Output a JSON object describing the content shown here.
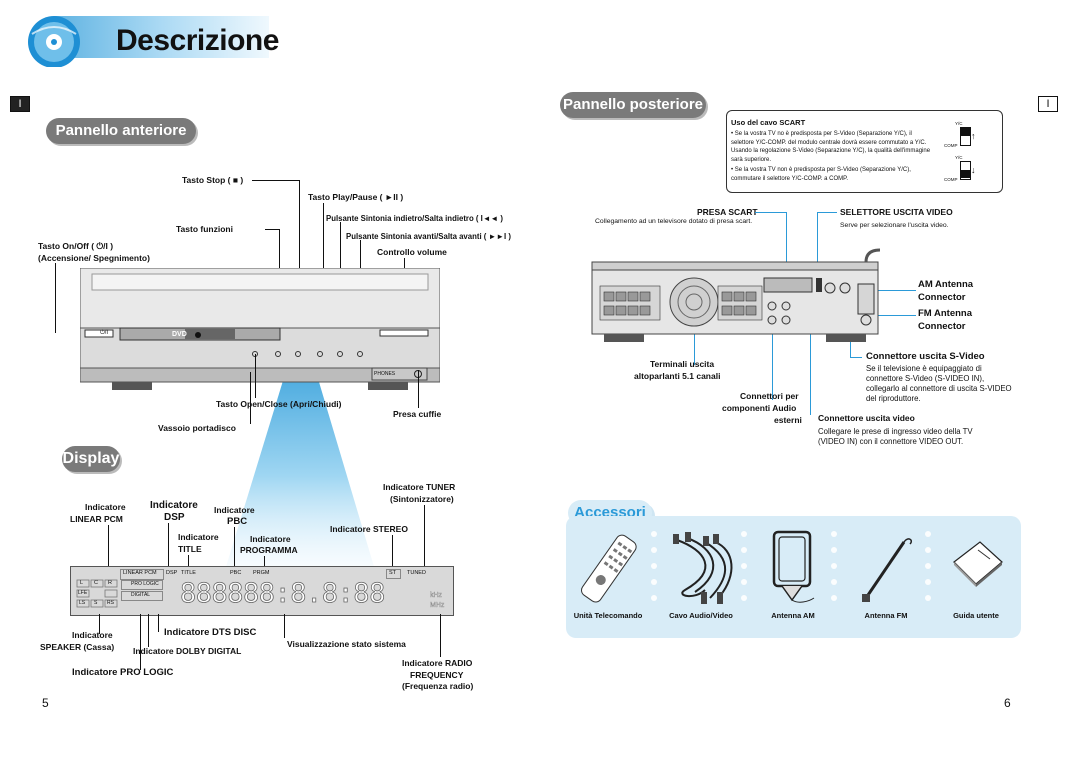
{
  "header": {
    "title": "Descrizione"
  },
  "left": {
    "side_marker": "I",
    "front_title": "Pannello anteriore",
    "labels": {
      "stop": "Tasto Stop ( ■ )",
      "play": "Tasto Play/Pause ( ►II )",
      "tuning_prev": "Pulsante Sintonia indietro/Salta indietro ( I◄◄ )",
      "functions": "Tasto funzioni",
      "tuning_next": "Pulsante Sintonia avanti/Salta avanti ( ►►I )",
      "onoff": "Tasto On/Off ( ⏻/I )",
      "onoff_sub": "(Accensione/ Spegnimento)",
      "volume": "Controllo volume",
      "open_close": "Tasto Open/Close (Apri/Chiudi)",
      "headphone": "Presa cuffie",
      "tray": "Vassoio portadisco"
    },
    "device": {
      "logo": "DVD",
      "power_text": "⏻/I",
      "phones_text": "PHONES"
    },
    "display_title": "Display",
    "display_labels": {
      "tuner": "Indicatore TUNER",
      "tuner_sub": "(Sintonizzatore)",
      "linear_pcm_1": "Indicatore",
      "linear_pcm_2": "LINEAR PCM",
      "dsp_1": "Indicatore",
      "dsp_2": "DSP",
      "pbc_1": "Indicatore",
      "pbc_2": "PBC",
      "stereo": "Indicatore STEREO",
      "title_1": "Indicatore",
      "title_2": "TITLE",
      "prog_1": "Indicatore",
      "prog_2": "PROGRAMMA",
      "speaker_1": "Indicatore",
      "speaker_2": "SPEAKER (Cassa)",
      "dts": "Indicatore DTS DISC",
      "dolby": "Indicatore DOLBY DIGITAL",
      "system": "Visualizzazione stato sistema",
      "prologic": "Indicatore PRO LOGIC",
      "radio_1": "Indicatore RADIO",
      "radio_2": "FREQUENCY",
      "radio_3": "(Frequenza radio)"
    },
    "panel": {
      "linear": "LINEAR PCM",
      "dsp": "DSP",
      "title": "TITLE",
      "pbc": "PBC",
      "prgm": "PRGM",
      "st": "ST",
      "tuned": "TUNED",
      "prologic": "PRO LOGIC",
      "dts": "DIGITAL",
      "digits": "888888:8.8:88",
      "khz": "kHz",
      "mhz": "MHz",
      "speakers": [
        "L",
        "C",
        "R",
        "LFE",
        "LS",
        "S",
        "RS"
      ]
    },
    "page_number": "5"
  },
  "right": {
    "side_marker": "I",
    "rear_title": "Pannello posteriore",
    "scart_box": {
      "heading": "Uso del cavo SCART",
      "p1": "• Se la vostra TV no è predisposta per S-Video (Separazione Y/C), il selettore Y/C-COMP. del modulo centrale dovrà essere commutato a Y/C. Usando la regolazione S-Video (Separazione Y/C), la qualità dell'immagine sarà superiore.",
      "p2": "• Se la vostra TV non è predisposta per S-Video (Separazione Y/C), commutare il selettore Y/C-COMP. a COMP.",
      "yc": "Y/C",
      "comp": "COMP"
    },
    "labels": {
      "presa_scart": "PRESA SCART",
      "presa_scart_sub": "Collegamento ad un televisore dotato di presa scart.",
      "selettore": "SELETTORE USCITA VIDEO",
      "selettore_sub": "Serve per selezionare l'uscita video.",
      "am_1": "AM Antenna",
      "am_2": "Connector",
      "fm_1": "FM Antenna",
      "fm_2": "Connector",
      "svideo": "Connettore uscita S-Video",
      "svideo_1": "Se il televisione è equipaggiato di",
      "svideo_2": "connettore S-Video (S-VIDEO IN),",
      "svideo_3": "collegarlo al connettore di uscita S-VIDEO",
      "svideo_4": "del riproduttore.",
      "term_1": "Terminali uscita",
      "term_2": "altoparlanti 5.1 canali",
      "audio_1": "Connettori per",
      "audio_2": "componenti Audio",
      "audio_3": "esterni",
      "video": "Connettore uscita video",
      "video_1": "Collegare le prese di ingresso video della TV",
      "video_2": "(VIDEO IN) con il connettore VIDEO OUT."
    },
    "accessories": {
      "title": "Accessori",
      "items": [
        "Unità Telecomando",
        "Cavo Audio/Video",
        "Antenna AM",
        "Antenna FM",
        "Guida utente"
      ]
    },
    "page_number": "6"
  },
  "colors": {
    "accent_blue": "#2b9ad8",
    "pill_gray": "#7a7a7a",
    "light_blue": "#d8ecf7"
  }
}
